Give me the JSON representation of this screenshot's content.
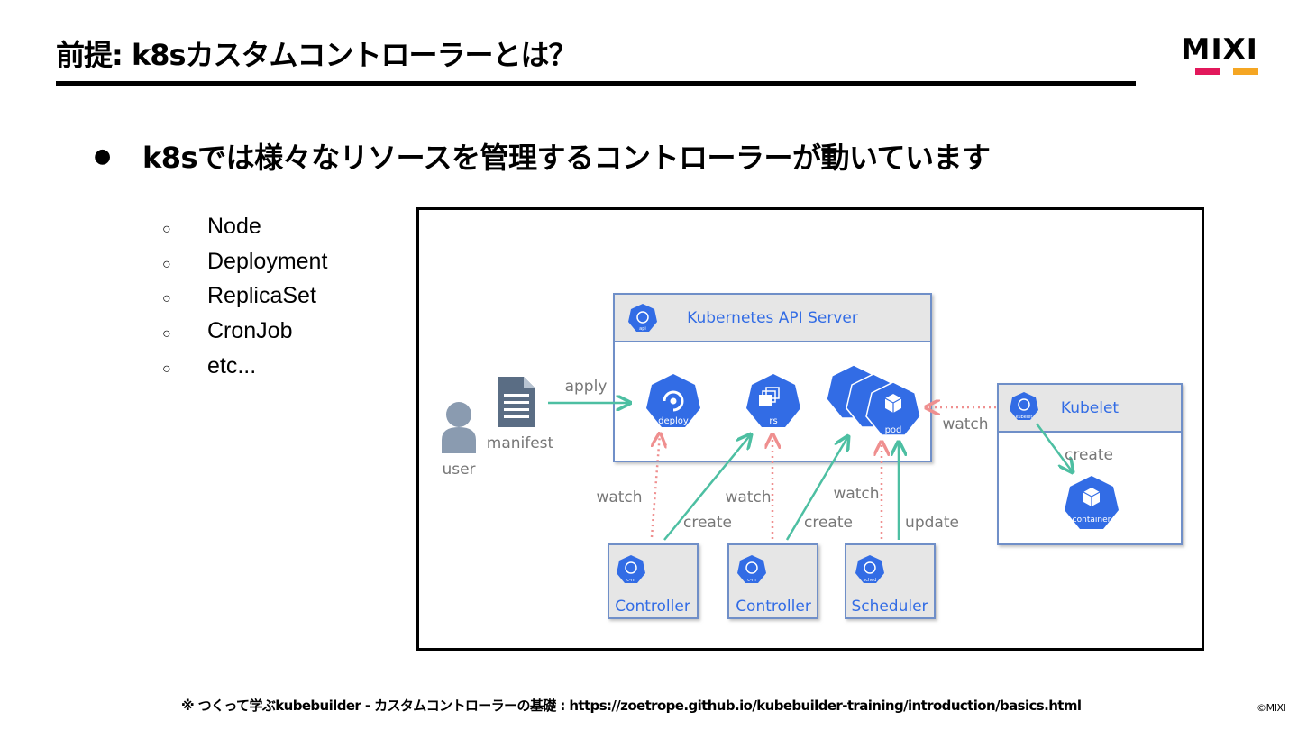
{
  "slide": {
    "title": "前提: k8sカスタムコントローラーとは？",
    "main_bullet": "k8sでは様々なリソースを管理するコントローラーが動いています",
    "main_bullet_glyph": "●",
    "sub_bullet_glyph": "○",
    "sub_items": [
      "Node",
      "Deployment",
      "ReplicaSet",
      "CronJob",
      "etc..."
    ],
    "footnote": "※ つくって学ぶkubebuilder - カスタムコントローラーの基礎 : https://zoetrope.github.io/kubebuilder-training/introduction/basics.html",
    "copyright": "©MIXI"
  },
  "logo": {
    "text": "MIXI",
    "bar_colors": [
      "#e2185b",
      "#f5a623"
    ]
  },
  "diagram": {
    "api_server": {
      "title": "Kubernetes API Server",
      "icon_label": "api"
    },
    "user_label": "user",
    "manifest_label": "manifest",
    "apply_label": "apply",
    "resources": [
      {
        "label": "deploy",
        "icon": "deploy-icon"
      },
      {
        "label": "rs",
        "icon": "replicaset-icon"
      },
      {
        "label": "pod",
        "icon": "pod-icon"
      }
    ],
    "kubelet": {
      "title": "Kubelet",
      "icon_label": "kubelet",
      "create_label": "create",
      "container_label": "container"
    },
    "watch_label_kubelet": "watch",
    "components": [
      {
        "title": "Controller",
        "icon_label": "c-m",
        "watch_label": "watch",
        "action_label": "create"
      },
      {
        "title": "Controller",
        "icon_label": "c-m",
        "watch_label": "watch",
        "action_label": "create"
      },
      {
        "title": "Scheduler",
        "icon_label": "sched",
        "watch_label": "watch",
        "action_label": "update"
      }
    ],
    "colors": {
      "k8s_blue": "#326ce5",
      "panel_gray": "#e6e6e6",
      "panel_border": "#6f8fc8",
      "teal_arrow": "#4dbfa2",
      "watch_arrow": "#ef8f8f",
      "label_gray": "#777777"
    }
  }
}
